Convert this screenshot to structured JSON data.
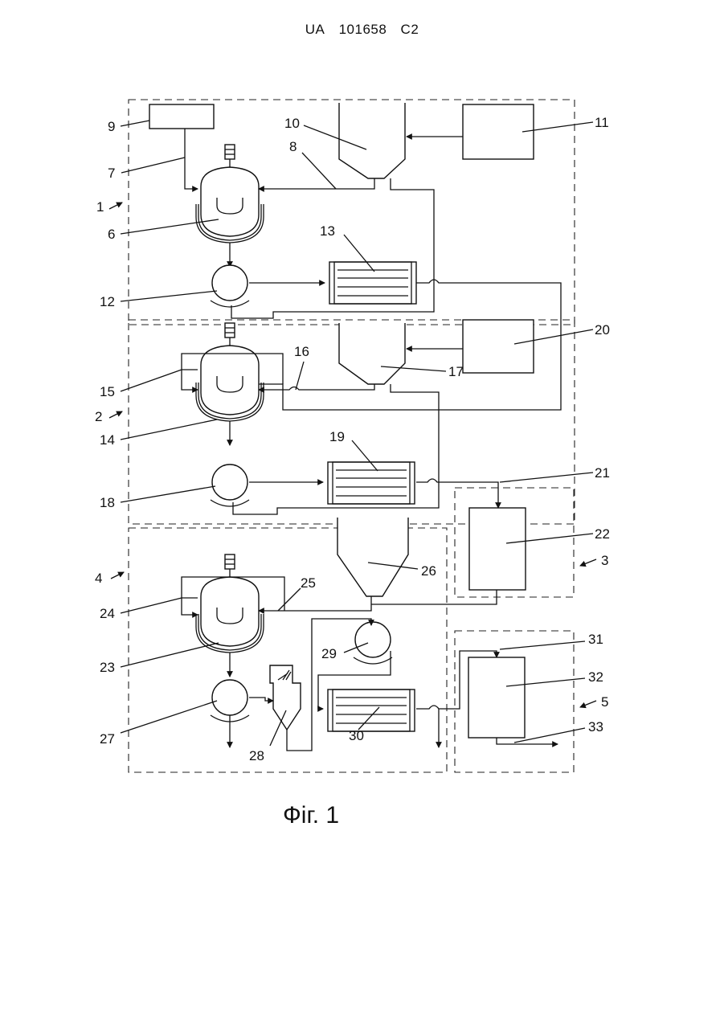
{
  "header": {
    "country": "UA",
    "number": "101658",
    "kind": "C2"
  },
  "caption": "Фіг. 1",
  "labels": {
    "n1": "1",
    "n2": "2",
    "n3": "3",
    "n4": "4",
    "n5": "5",
    "n6": "6",
    "n7": "7",
    "n8": "8",
    "n9": "9",
    "n10": "10",
    "n11": "11",
    "n12": "12",
    "n13": "13",
    "n14": "14",
    "n15": "15",
    "n16": "16",
    "n17": "17",
    "n18": "18",
    "n19": "19",
    "n20": "20",
    "n21": "21",
    "n22": "22",
    "n23": "23",
    "n24": "24",
    "n25": "25",
    "n26": "26",
    "n27": "27",
    "n28": "28",
    "n29": "29",
    "n30": "30",
    "n31": "31",
    "n32": "32",
    "n33": "33"
  }
}
